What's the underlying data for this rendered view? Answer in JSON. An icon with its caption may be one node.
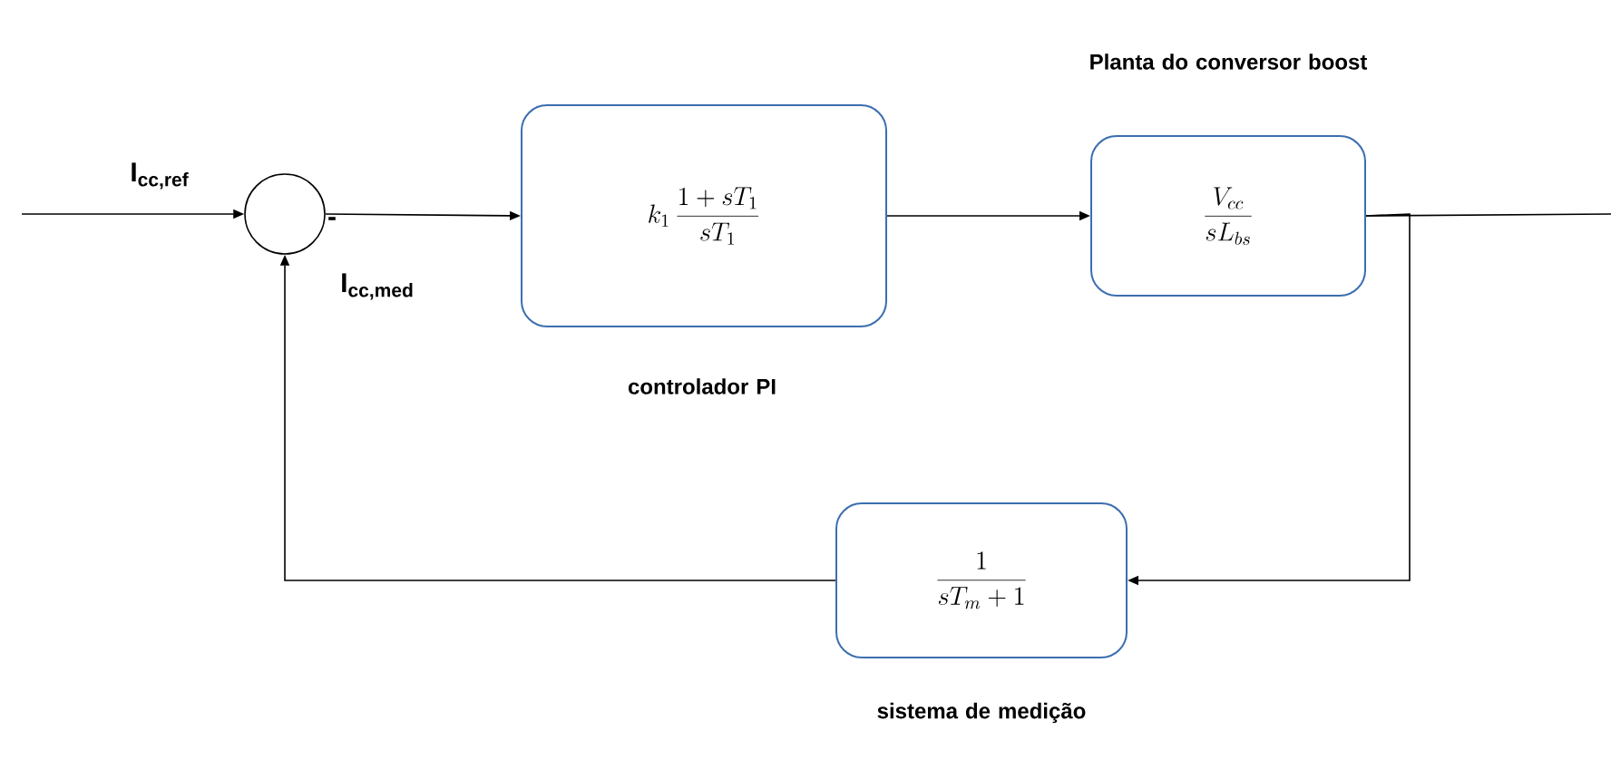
{
  "diagram": {
    "nodes": [
      {
        "text": [],
        "shape": "circle"
      },
      {
        "text": [
          "k_1\\,\\frac{1+sT_1}{sT_1}"
        ],
        "beside": [
          "controlador PI"
        ]
      },
      {
        "text": [
          "\\frac{V_{cc}}{sL_{bs}}"
        ],
        "beside": [
          "Planta do conversor boost"
        ]
      },
      {
        "text": [
          "\\frac{1}{sT_m+1}"
        ],
        "beside": [
          "sistema de medição"
        ]
      }
    ],
    "edges": [
      {
        "from": null,
        "to": 0,
        "arrow": "to"
      },
      {
        "from": 0,
        "to": 1,
        "arrow": "to"
      },
      {
        "from": 1,
        "to": 2,
        "arrow": "to"
      },
      {
        "from": 2,
        "to": null,
        "arrow": "none"
      },
      {
        "from": 2,
        "to": 3,
        "arrow": "to"
      },
      {
        "from": 3,
        "to": 0,
        "arrow": "to"
      }
    ],
    "labels": [
      "I$_{cc,ref}$",
      "-",
      "I$_{cc,med}$"
    ]
  }
}
